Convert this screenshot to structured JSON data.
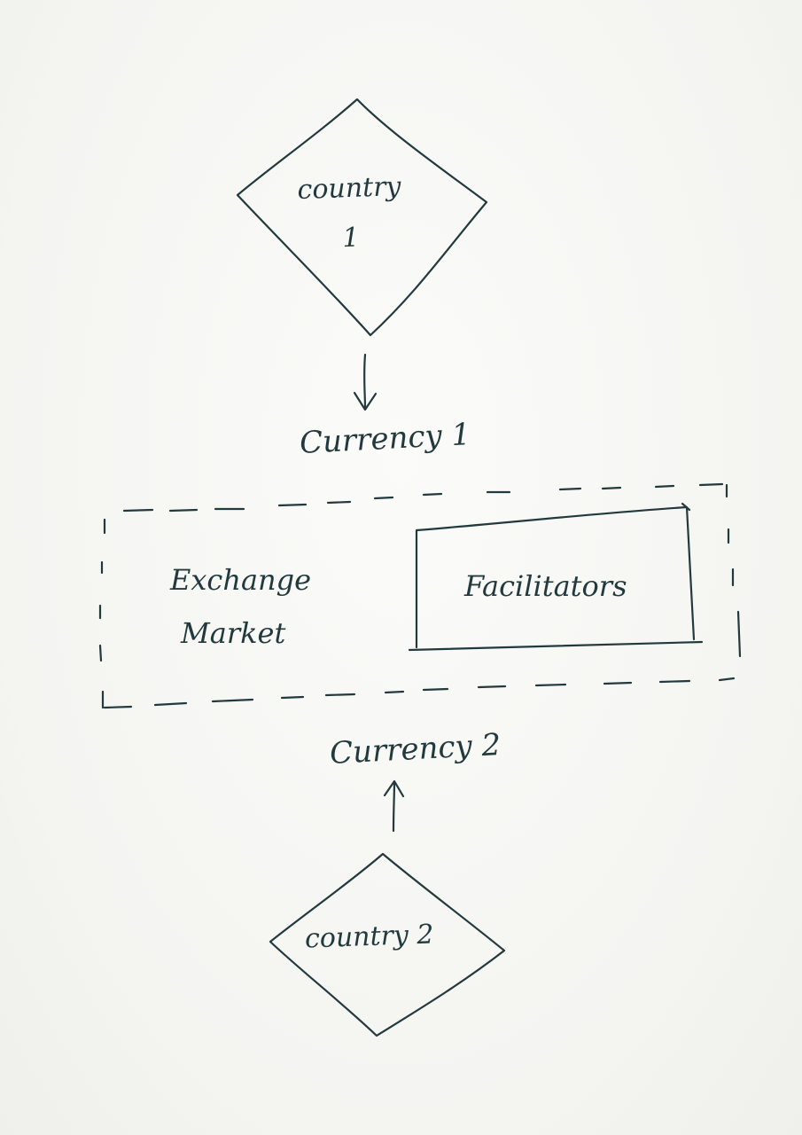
{
  "diagram": {
    "nodes": {
      "country1": {
        "line1": "country",
        "line2": "1"
      },
      "country2": {
        "label": "country 2"
      },
      "exchange_market": {
        "line1": "Exchange",
        "line2": "Market"
      },
      "facilitators": {
        "label": "Facilitators"
      }
    },
    "flows": {
      "currency1": "Currency 1",
      "currency2": "Currency 2"
    },
    "edges": [
      {
        "from": "country1",
        "to": "currency1",
        "direction": "down"
      },
      {
        "from": "country2",
        "to": "currency2",
        "direction": "up"
      }
    ],
    "colors": {
      "ink": "#223a3d",
      "paper": "#f7f7f5"
    }
  }
}
